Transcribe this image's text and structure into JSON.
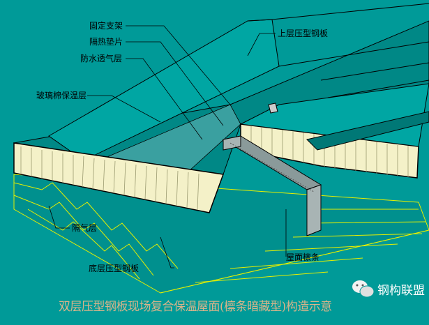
{
  "labels": {
    "fixed_bracket": "固定支架",
    "insulation_pad": "隔热垫片",
    "waterproof_membrane": "防水透气层",
    "upper_steel_sheet": "上层压型钢板",
    "glass_wool": "玻璃棉保温层",
    "vapor_barrier": "隔气层",
    "bottom_steel_sheet": "底层压型钢板",
    "roof_purlin": "屋面檩条"
  },
  "caption": "双层压型钢板现场复合保温屋面(檩条暗藏型)构造示意",
  "watermark": "钢构联盟",
  "colors": {
    "background": "#009a98",
    "sheet_lines": "#e6f000",
    "caption": "#d9b48a"
  }
}
